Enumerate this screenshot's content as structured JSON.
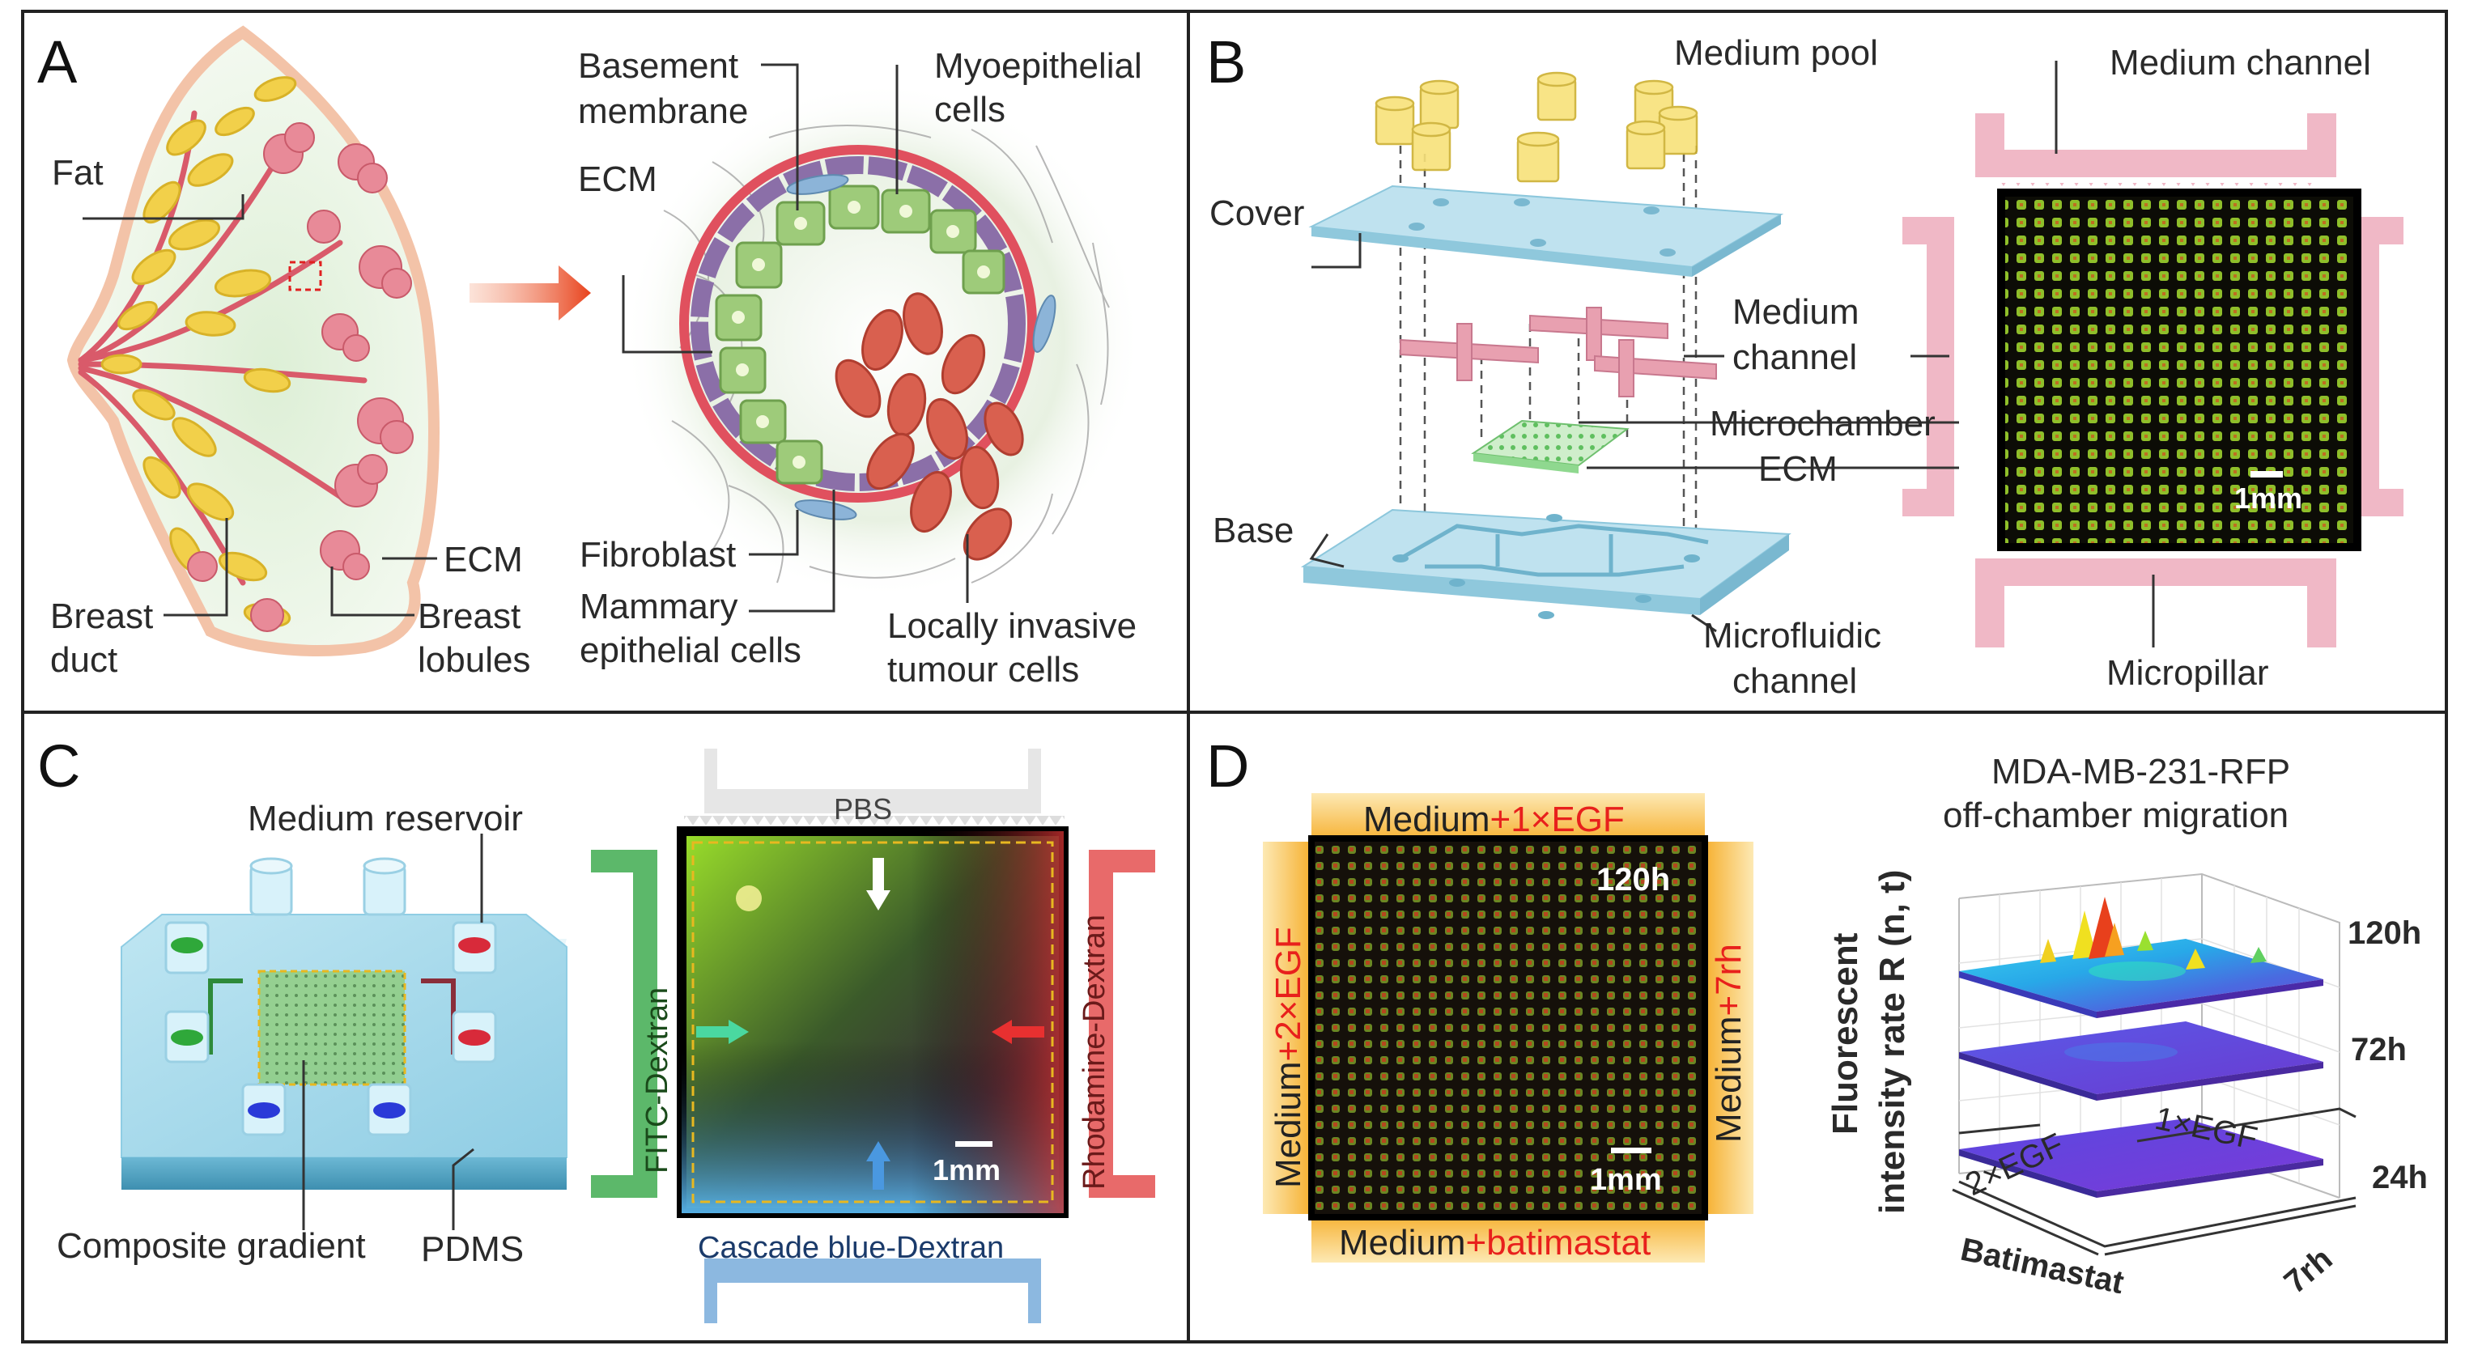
{
  "panels": {
    "a": {
      "letter": "A",
      "fat": "Fat",
      "breast_duct_1": "Breast",
      "breast_duct_2": "duct",
      "ecm_small": "ECM",
      "breast_lobules_1": "Breast",
      "breast_lobules_2": "lobules",
      "basement_1": "Basement",
      "basement_2": "membrane",
      "myo_1": "Myoepithelial",
      "myo_2": "cells",
      "ecm": "ECM",
      "fibroblast": "Fibroblast",
      "mammary_1": "Mammary",
      "mammary_2": "epithelial cells",
      "invasive_1": "Locally invasive",
      "invasive_2": "tumour cells"
    },
    "b": {
      "letter": "B",
      "medium_pool": "Medium pool",
      "cover": "Cover",
      "medium_channel_1": "Medium",
      "medium_channel_2": "channel",
      "microchamber": "Microchamber",
      "ecm": "ECM",
      "base": "Base",
      "microfluidic_1": "Microfluidic",
      "microfluidic_2": "channel",
      "medium_channel_top": "Medium channel",
      "micropillar": "Micropillar",
      "scale": "1mm"
    },
    "c": {
      "letter": "C",
      "medium_reservoir": "Medium reservoir",
      "composite_gradient": "Composite gradient",
      "pdms": "PDMS",
      "pbs": "PBS",
      "fitc": "FITC-Dextran",
      "rhodamine": "Rhodamine-Dextran",
      "cascade": "Cascade blue-Dextran",
      "scale": "1mm"
    },
    "d": {
      "letter": "D",
      "top_a": "Medium",
      "top_b": "+1×EGF",
      "left_a": "Medium",
      "left_b": "+2×EGF",
      "right_a": "Medium",
      "right_b": "+7rh",
      "bottom_a": "Medium",
      "bottom_b": "+batimastat",
      "time": "120h",
      "scale": "1mm",
      "title_1": "MDA-MB-231-RFP",
      "title_2": "off-chamber migration",
      "zlabel_1": "Fluorescent",
      "zlabel_2": "intensity  rate R (n, t)",
      "layer_120": "120h",
      "layer_72": "72h",
      "layer_24": "24h",
      "axis_2egf": "2×EGF",
      "axis_1egf": "1×EGF",
      "axis_batimastat": "Batimastat",
      "axis_7rh": "7rh"
    }
  },
  "colors": {
    "border": "#222222",
    "green_cell": "#9ecb7a",
    "red_tumour": "#d9604f",
    "purple_myo": "#8b6fa8",
    "pink_membrane": "#e0505e",
    "fat_yellow": "#f2d04a",
    "lobule_pink": "#e88a98",
    "chip_blue": "#a9dcee",
    "channel_pink": "#e8a0b0",
    "egf_red": "#e8201c",
    "strip_orange": "#f7b733"
  }
}
